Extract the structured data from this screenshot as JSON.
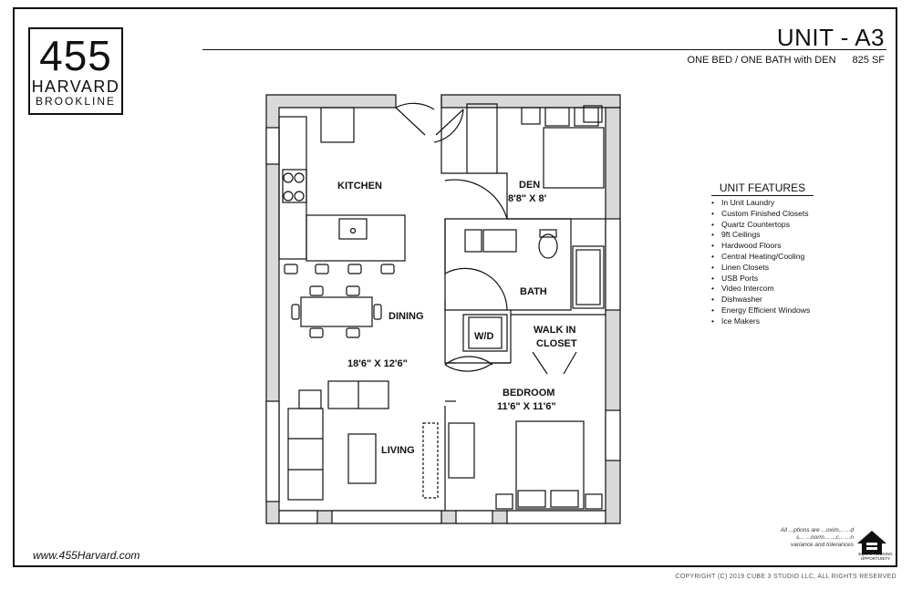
{
  "logo": {
    "number": "455",
    "line1": "HARVARD",
    "line2": "BROOKLINE"
  },
  "unit": {
    "title": "UNIT - A3",
    "type": "ONE BED / ONE BATH with DEN",
    "area": "825 SF"
  },
  "features": {
    "title": "UNIT FEATURES",
    "items": [
      "In Unit Laundry",
      "Custom Finished Closets",
      "Quartz Countertops",
      "9ft Ceilings",
      "Hardwood Floors",
      "Central Heating/Cooling",
      "Linen Closets",
      "USB Ports",
      "Video Intercom",
      "Dishwasher",
      "Energy Efficient Windows",
      "Ice Makers"
    ]
  },
  "rooms": {
    "kitchen": "KITCHEN",
    "den": "DEN",
    "den_size": "8'8\" X 8'",
    "bath": "BATH",
    "dining": "DINING",
    "wd": "W/D",
    "walk_in_1": "WALK IN",
    "walk_in_2": "CLOSET",
    "living_size": "18'6\" X 12'6\"",
    "bedroom": "BEDROOM",
    "bedroom_size": "11'6\" X 11'6\"",
    "living": "LIVING"
  },
  "footer": {
    "url": "www.455Harvard.com",
    "copyright": "COPYRIGHT (C) 2019   CUBE 3 STUDIO LLC, ALL RIGHTS RESERVED",
    "disclaimer": "All ...ptions are ...oxim... ...d s... ...norm... ...c... ...n variance and tolerances",
    "eho": "EQUAL HOUSING OPPORTUNITY"
  }
}
